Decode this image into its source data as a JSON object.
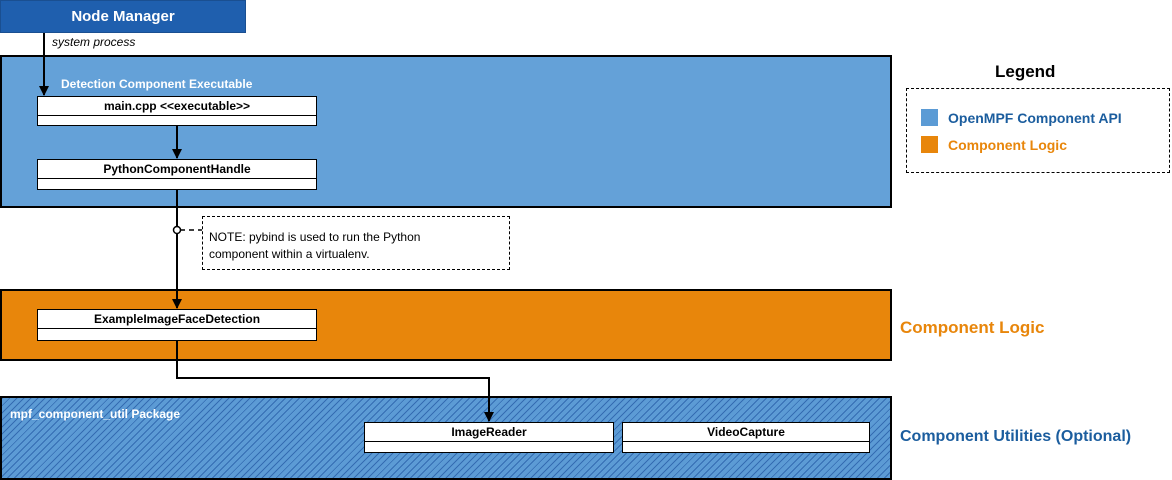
{
  "node_manager": {
    "label": "Node Manager"
  },
  "edge_labels": {
    "system_process": "system process"
  },
  "regions": {
    "executable": {
      "title": "Detection Component Executable"
    },
    "logic": {
      "title": ""
    },
    "utilities": {
      "title": "mpf_component_util Package"
    }
  },
  "classes": {
    "main_cpp": "main.cpp <<executable>>",
    "python_component_handle": "PythonComponentHandle",
    "example_face_detection": "ExampleImageFaceDetection",
    "image_reader": "ImageReader",
    "video_capture": "VideoCapture"
  },
  "note": {
    "line1": "NOTE: pybind is used to run the Python",
    "line2": "component within a virtualenv."
  },
  "legend": {
    "title": "Legend",
    "items": [
      {
        "label": "OpenMPF Component API",
        "color": "#5b9bd5",
        "text_color": "#1b5d9e"
      },
      {
        "label": "Component Logic",
        "color": "#e8860b",
        "text_color": "#e8860b"
      }
    ]
  },
  "side_labels": {
    "component_logic": "Component Logic",
    "component_utilities": "Component Utilities (Optional)"
  },
  "colors": {
    "node_manager": "#1f5fae",
    "api_region": "#64a1d8",
    "logic_region": "#e8860b",
    "utilities_region": "#5c9bd5"
  }
}
